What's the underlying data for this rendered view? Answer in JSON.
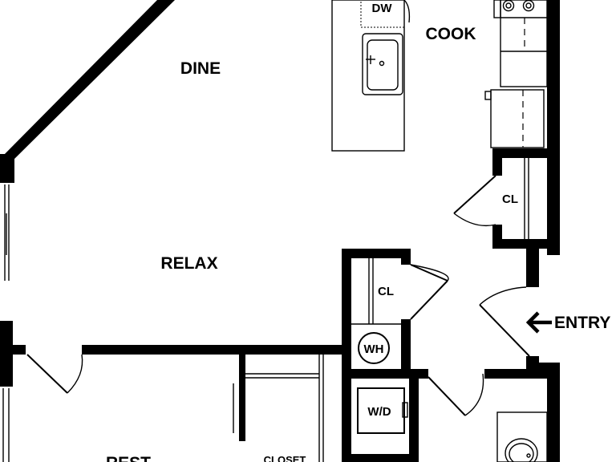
{
  "labels": {
    "dine": "DINE",
    "cook": "COOK",
    "relax": "RELAX",
    "rest": "REST",
    "closet": "CLOSET",
    "closet_kitchen": "CL",
    "closet_hall": "CL",
    "dishwasher": "DW",
    "water_heater": "WH",
    "washer_dryer": "W/D",
    "entry": "ENTRY"
  },
  "icons": {
    "entry_arrow": "arrow-left-icon"
  },
  "colors": {
    "wall": "#000000",
    "background": "#ffffff"
  }
}
